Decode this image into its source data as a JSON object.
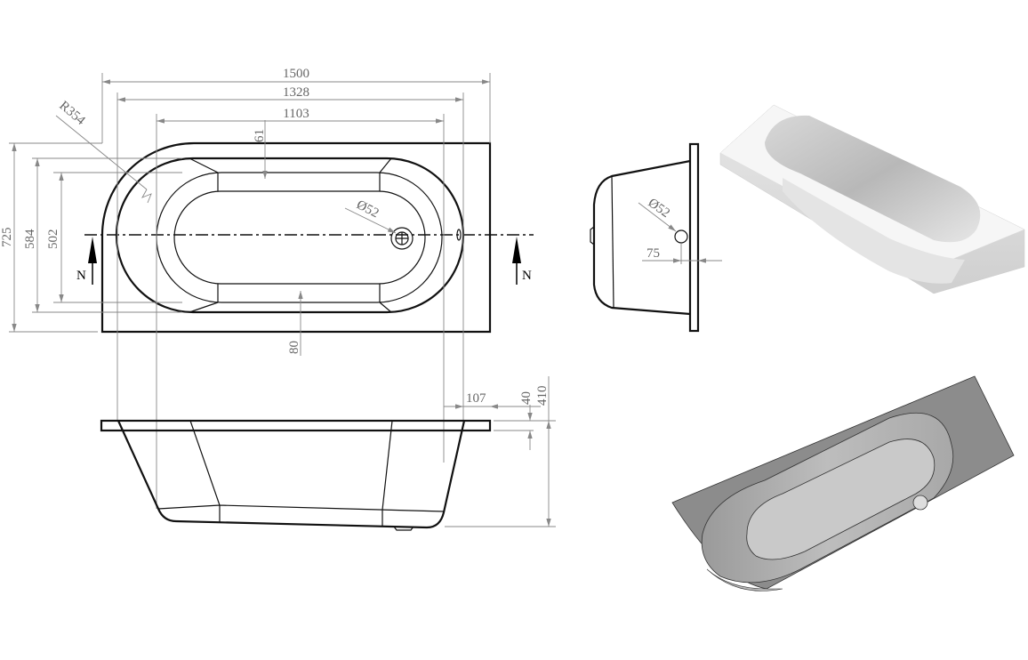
{
  "drawing": {
    "top_view": {
      "dimensions": {
        "overall_length": "1500",
        "rim_length": "1328",
        "inner_length": "1103",
        "radius": "R354",
        "rim_offset": "61",
        "overall_width": "725",
        "rim_width": "584",
        "inner_width": "502",
        "side_offset": "80",
        "waste_diameter": "Ø52"
      },
      "section_marker_left": "N",
      "section_marker_right": "N"
    },
    "side_view": {
      "dimensions": {
        "end_offset": "107",
        "rim_thickness": "40",
        "depth": "410"
      }
    },
    "end_view": {
      "dimensions": {
        "overflow_diameter": "Ø52",
        "overflow_offset": "75"
      }
    },
    "renders": {
      "top_render_color": "#f2f2f2",
      "bottom_render_color": "#8a8a8a"
    }
  }
}
